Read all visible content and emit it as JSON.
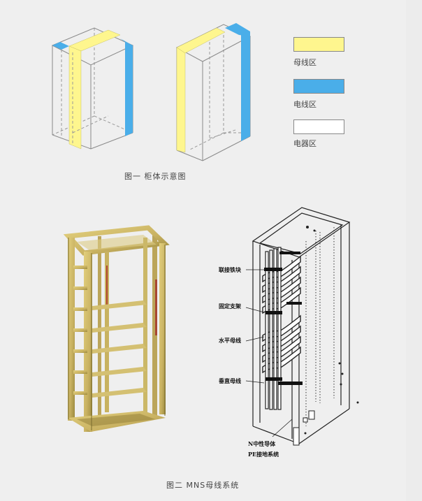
{
  "legend": {
    "items": [
      {
        "label": "母线区",
        "color": "#fef68e"
      },
      {
        "label": "电线区",
        "color": "#4aaee9"
      },
      {
        "label": "电器区",
        "color": "#ffffff"
      }
    ]
  },
  "figure1": {
    "caption": "图一 柜体示意图"
  },
  "figure2": {
    "caption": "图二 MNS母线系统",
    "callouts": [
      "联接铁块",
      "固定支架",
      "水平母线",
      "垂直母线",
      "N中性导体",
      "PE接地系统"
    ]
  },
  "colors": {
    "frame_gold": "#c9b262",
    "frame_dark": "#7a6c2e",
    "line_gray": "#8a8a8a"
  }
}
